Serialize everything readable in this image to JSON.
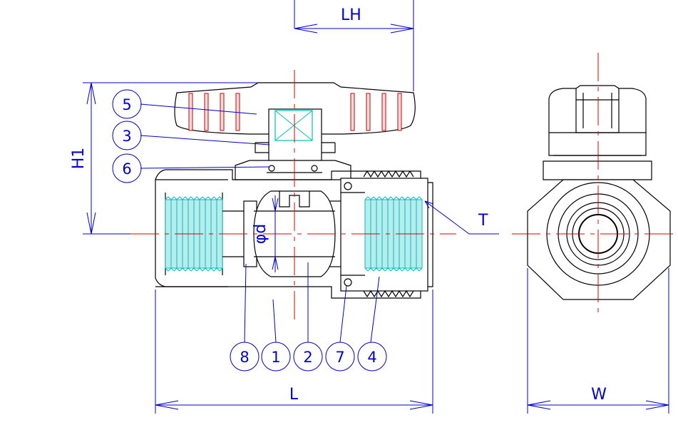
{
  "dimension_labels": {
    "lh": "LH",
    "h1": "H1",
    "t": "T",
    "d": "φd",
    "l": "L",
    "w": "W"
  },
  "balloons": [
    {
      "id": "balloon-5",
      "label": "5"
    },
    {
      "id": "balloon-3",
      "label": "3"
    },
    {
      "id": "balloon-6",
      "label": "6"
    },
    {
      "id": "balloon-8",
      "label": "8"
    },
    {
      "id": "balloon-1",
      "label": "1"
    },
    {
      "id": "balloon-2",
      "label": "2"
    },
    {
      "id": "balloon-7",
      "label": "7"
    },
    {
      "id": "balloon-4",
      "label": "4"
    }
  ],
  "colors": {
    "dimension": "#0000cc",
    "centerline": "#dd0000",
    "outline": "#000000",
    "thread": "#00c0c0",
    "handle_rib": "#cc0000"
  }
}
